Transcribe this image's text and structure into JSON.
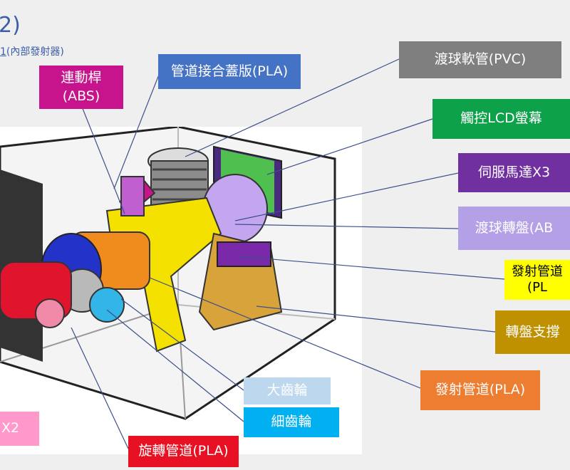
{
  "slide": {
    "title": "2)",
    "subtitle_prefix": "1",
    "subtitle": "(內部發射器)"
  },
  "labels": {
    "linkage_rod": "連動桿\n(ABS)",
    "pipe_cover": "管道接合蓋版(PLA)",
    "ball_hose": "渡球軟管(PVC)",
    "touch_lcd": "觸控LCD螢幕",
    "servo": "伺服馬達X3",
    "ball_turntable": "渡球轉盤(AB",
    "launch_pipe_partial": "發射管道\n(PL",
    "turntable_support": "轉盤支撐",
    "launch_pipe": "發射管道(PLA)",
    "big_gear": "大齒輪",
    "small_gear": "細齒輪",
    "rotating_pipe": "旋轉管道(PLA)",
    "motor_x2": "X2"
  },
  "colors": {
    "linkage_rod": "#c8148c",
    "pipe_cover": "#4472c4",
    "ball_hose": "#7f7f7f",
    "touch_lcd": "#0da24a",
    "servo": "#7030a0",
    "ball_turntable": "#b4a0e6",
    "launch_pipe_partial": "#ffff00",
    "turntable_support": "#bf9000",
    "launch_pipe": "#ed7d31",
    "big_gear": "#bdd7ee",
    "small_gear": "#00b0f0",
    "rotating_pipe": "#e81123",
    "motor_x2": "#ff99cc"
  }
}
